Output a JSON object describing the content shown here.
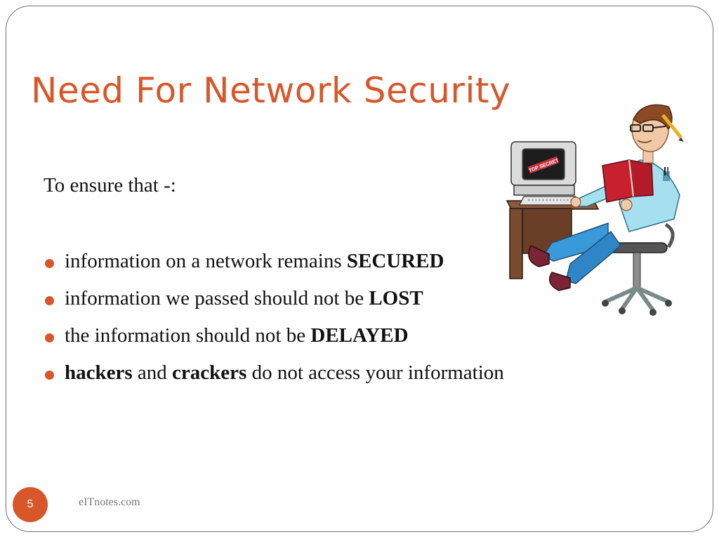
{
  "slide": {
    "title": "Need For Network Security",
    "intro": "To ensure that -:",
    "bullets": [
      {
        "pre": "information on a network remains ",
        "strong": "SECURED"
      },
      {
        "pre": "information we passed should not be ",
        "strong": "LOST"
      },
      {
        "pre": "the information should not be ",
        "strong": "DELAYED"
      },
      {
        "strong1": "hackers",
        "mid": " and ",
        "strong2": "crackers",
        "post": " do not access your information"
      }
    ],
    "illustration": {
      "screen_label": "TOP SECRET"
    }
  },
  "footer": {
    "page_number": "5",
    "site": "eITnotes.com"
  },
  "colors": {
    "accent": "#d8572a",
    "text": "#111111",
    "footer_text": "#777777",
    "frame": "#6f6f6f"
  }
}
